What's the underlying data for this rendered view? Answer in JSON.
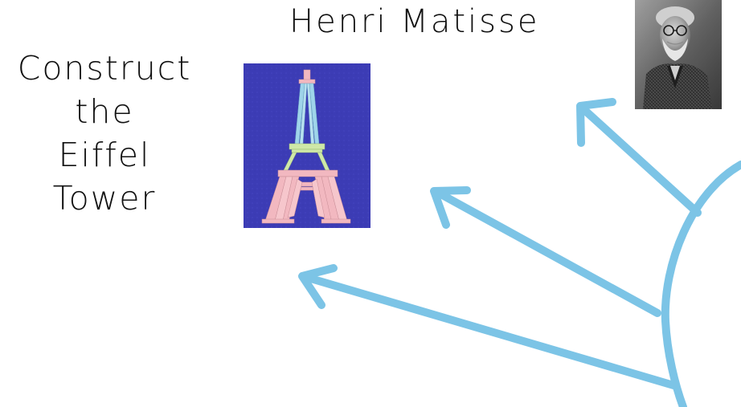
{
  "heading": "Henri Matisse",
  "instruction": {
    "lines": [
      "Construct",
      "the",
      "Eiffel",
      "Tower"
    ]
  },
  "colors": {
    "arrow": "#7cc4e6",
    "craft_background": "#3d3db8",
    "straw_pink": "#f2b8c0",
    "straw_blue": "#9fd4ea",
    "straw_green": "#cfe8a8"
  },
  "icons": {
    "craft_photo": "eiffel-tower-straw-craft",
    "portrait": "henri-matisse-portrait"
  }
}
